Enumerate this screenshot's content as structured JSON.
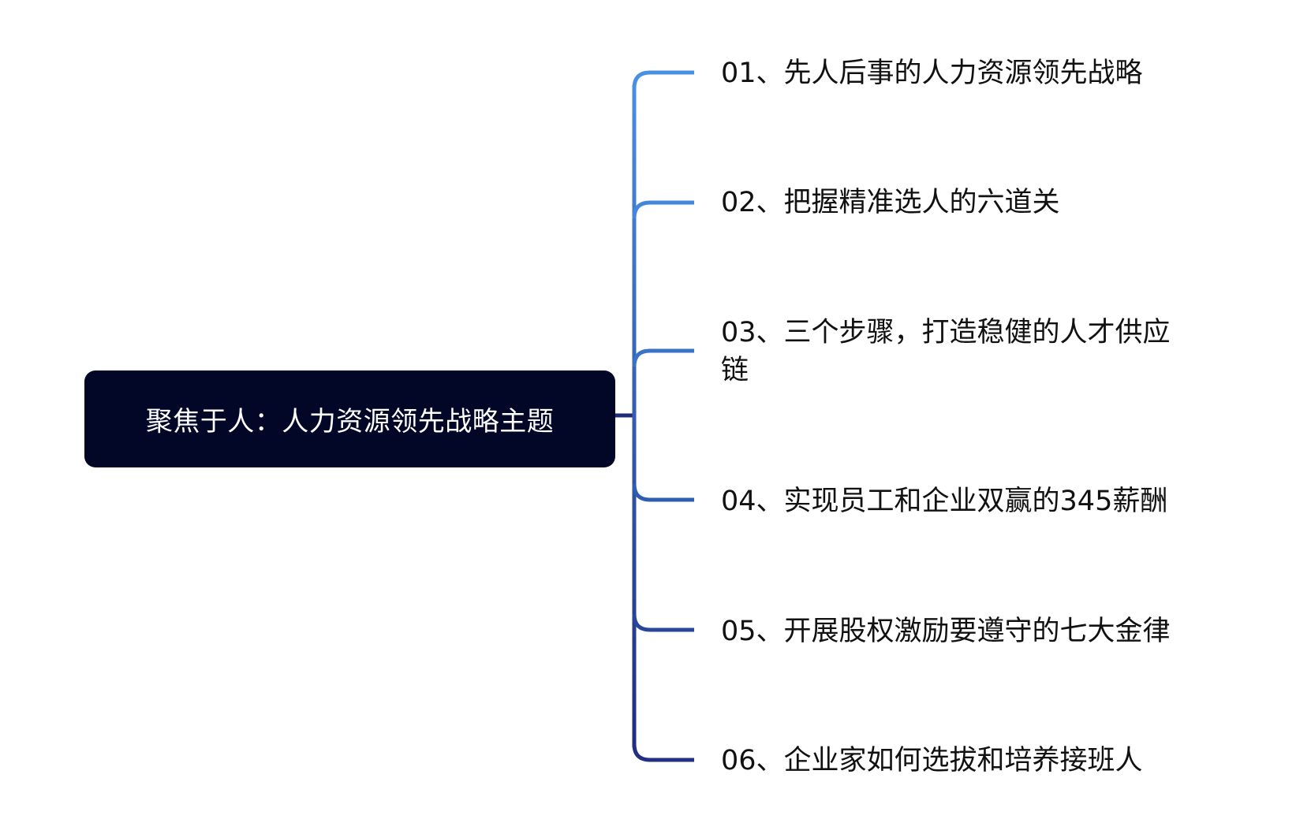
{
  "root": {
    "label": "聚焦于人：人力资源领先战略主题"
  },
  "branches": [
    {
      "label": "01、先人后事的人力资源领先战略",
      "color": "#4A90E2"
    },
    {
      "label": "02、把握精准选人的六道关",
      "color": "#4486DA"
    },
    {
      "label": "03、三个步骤，打造稳健的人才供应链",
      "color": "#3A72C8"
    },
    {
      "label": "04、实现员工和企业双赢的345薪酬",
      "color": "#2F5DB0"
    },
    {
      "label": "05、开展股权激励要遵守的七大金律",
      "color": "#26479A"
    },
    {
      "label": "06、企业家如何选拔和培养接班人",
      "color": "#222F82"
    }
  ],
  "colors": {
    "root_bg": "#020627",
    "root_text": "#ffffff",
    "branch_text": "#111111",
    "trunk_start": "#4A90E2",
    "trunk_end": "#1F2A7A"
  }
}
